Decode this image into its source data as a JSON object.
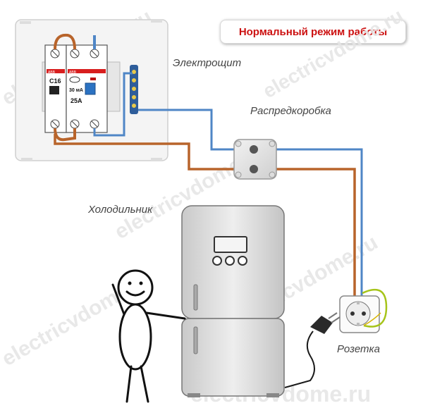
{
  "title": "Нормальный режим работы",
  "labels": {
    "panel": "Электрощит",
    "junction_box": "Распредкоробка",
    "fridge": "Холодильник",
    "outlet": "Розетка"
  },
  "breaker": {
    "brand": "ABB",
    "rating": "C16"
  },
  "rcd": {
    "brand": "ABB",
    "current": "30 мА",
    "rating": "25A"
  },
  "watermarks": {
    "text": "electricvdome.ru"
  },
  "colors": {
    "title_text": "#cc1111",
    "phase_wire": "#b8642b",
    "neutral_wire": "#4f86c6",
    "ground_wire": "#a6c41a",
    "panel_bg": "#f3f3f3",
    "fridge_body": "#d8d8d8"
  }
}
